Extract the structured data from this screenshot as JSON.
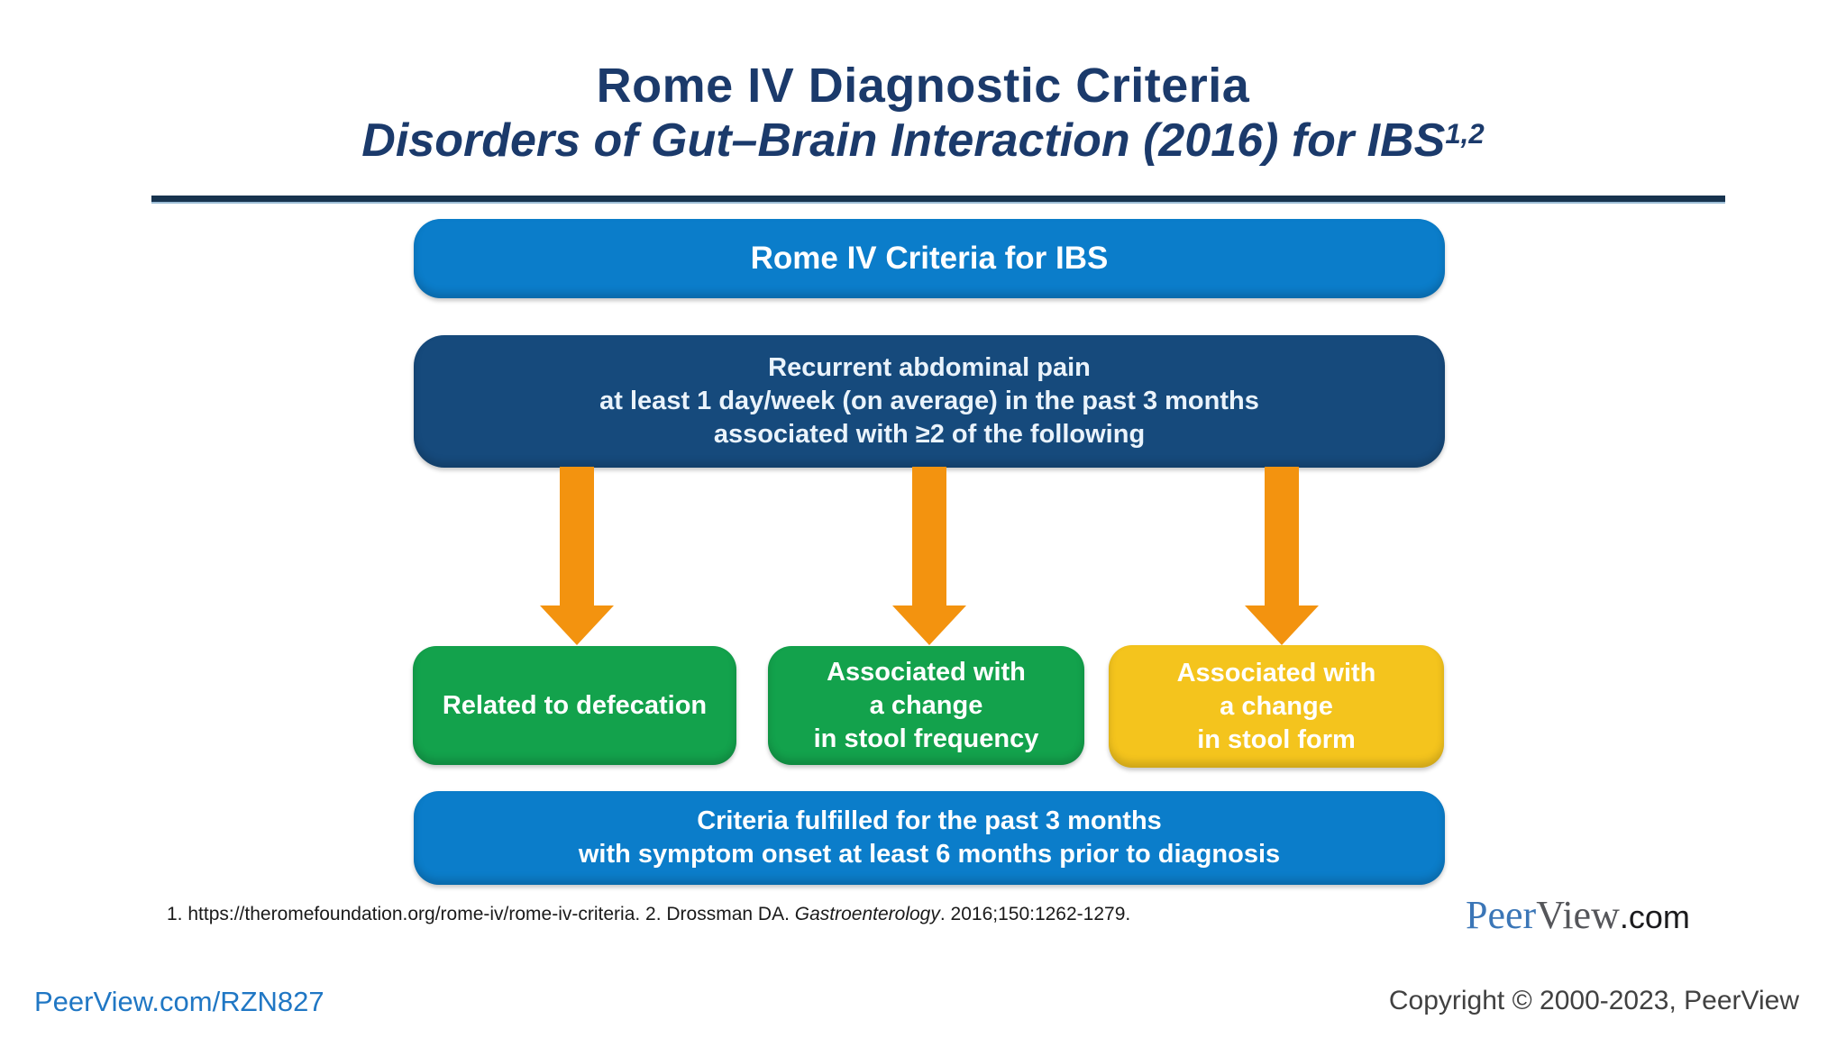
{
  "title": {
    "line1": "Rome IV Diagnostic Criteria",
    "line2_main": "Disorders of Gut–Brain Interaction (2016) for IBS",
    "line2_superscript": "1,2"
  },
  "colors": {
    "title_navy": "#1b3a6b",
    "divider": "#17334e",
    "header_blue": "#0b7dca",
    "criteria_navy": "#164a7c",
    "branch_green": "#13a24c",
    "branch_yellow": "#f4c41d",
    "footer_blue": "#0b7dca",
    "arrow_orange": "#f3930f",
    "link_blue": "#2077c4"
  },
  "flowchart": {
    "header_box": {
      "label": "Rome IV Criteria for IBS",
      "color": "#0b7dca"
    },
    "criteria_box": {
      "color": "#164a7c",
      "lines": [
        "Recurrent abdominal pain",
        "at least 1 day/week (on average) in the past 3 months",
        "associated with ≥2 of the following"
      ]
    },
    "arrow_color": "#f3930f",
    "branches": [
      {
        "color": "#13a24c",
        "lines": [
          "Related to defecation"
        ]
      },
      {
        "color": "#13a24c",
        "lines": [
          "Associated with",
          "a change",
          "in stool frequency"
        ]
      },
      {
        "color": "#f4c41d",
        "lines": [
          "Associated with",
          "a change",
          "in stool form"
        ]
      }
    ],
    "footer_box": {
      "color": "#0b7dca",
      "lines": [
        "Criteria fulfilled for the past 3 months",
        "with symptom onset at least 6 months prior to diagnosis"
      ]
    }
  },
  "footnote": {
    "part1": "1. https://theromefoundation.org/rome-iv/rome-iv-criteria. 2. Drossman DA. ",
    "italic": "Gastroenterology",
    "part2": ". 2016;150:1262-1279."
  },
  "branding": {
    "logo_peer": "Peer",
    "logo_view": "View",
    "logo_com": ".com",
    "program_url": "PeerView.com/RZN827",
    "copyright": "Copyright © 2000-2023, PeerView"
  }
}
